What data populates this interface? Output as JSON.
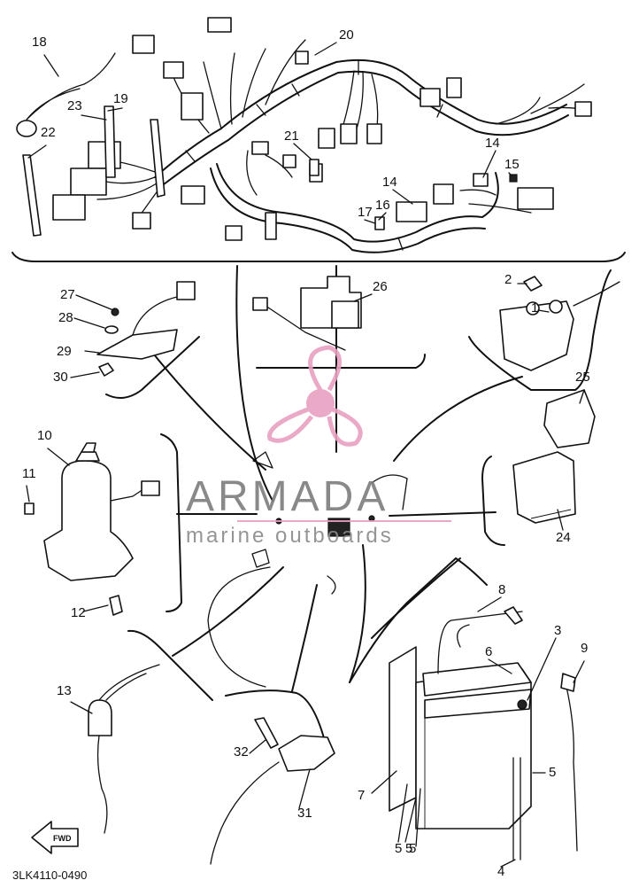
{
  "diagram": {
    "part_code": "3LK4110-0490",
    "callouts": [
      "1",
      "2",
      "3",
      "4",
      "5",
      "5",
      "5",
      "5",
      "6",
      "7",
      "8",
      "9",
      "10",
      "11",
      "12",
      "13",
      "14",
      "14",
      "15",
      "16",
      "17",
      "18",
      "19",
      "20",
      "21",
      "22",
      "23",
      "24",
      "25",
      "26",
      "27",
      "28",
      "29",
      "30",
      "31",
      "32"
    ],
    "direction_marker": "FWD"
  },
  "watermark": {
    "brand": "ARMADA",
    "tagline": "marine outboards",
    "accent_color": "#e8a0c0",
    "logo_icon": "propeller-icon"
  },
  "colors": {
    "line": "#111111",
    "background": "#ffffff"
  }
}
